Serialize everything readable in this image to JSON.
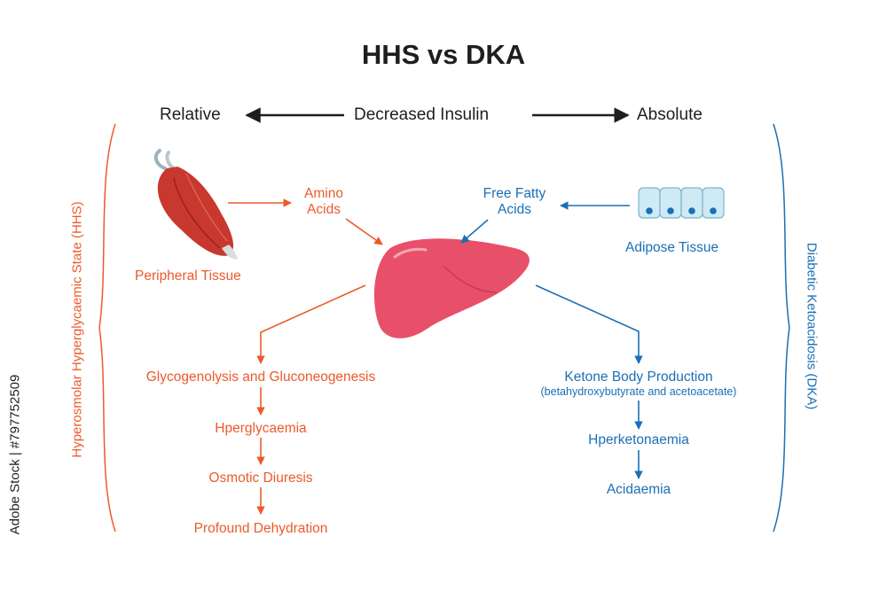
{
  "title": "HHS vs DKA",
  "insulin_axis": {
    "left": "Relative",
    "center": "Decreased Insulin",
    "right": "Absolute"
  },
  "hhs": {
    "side_label": "Hyperosmolar Hyperglycaemic State (HHS)",
    "peripheral_tissue": "Peripheral Tissue",
    "amino_acids_line1": "Amino",
    "amino_acids_line2": "Acids",
    "steps": [
      "Glycogenolysis and Gluconeogenesis",
      "Hperglycaemia",
      "Osmotic Diuresis",
      "Profound Dehydration"
    ]
  },
  "dka": {
    "side_label": "Diabetic Ketoacidosis (DKA)",
    "adipose_tissue": "Adipose Tissue",
    "ffa_line1": "Free Fatty",
    "ffa_line2": "Acids",
    "ketone": "Ketone Body Production",
    "ketone_sub": "(betahydroxybutyrate and acetoacetate)",
    "steps": [
      "Hperketonaemia",
      "Acidaemia"
    ]
  },
  "watermark": "Adobe Stock | #797752509",
  "colors": {
    "hhs": "#ec5a2b",
    "dka": "#1b6fb5",
    "liver": "#e8506a",
    "muscle": "#c8382e",
    "adipose": "#cdeaf5"
  },
  "icons": {
    "liver": "liver-icon",
    "muscle": "muscle-icon",
    "adipose": "adipose-cells-icon"
  }
}
